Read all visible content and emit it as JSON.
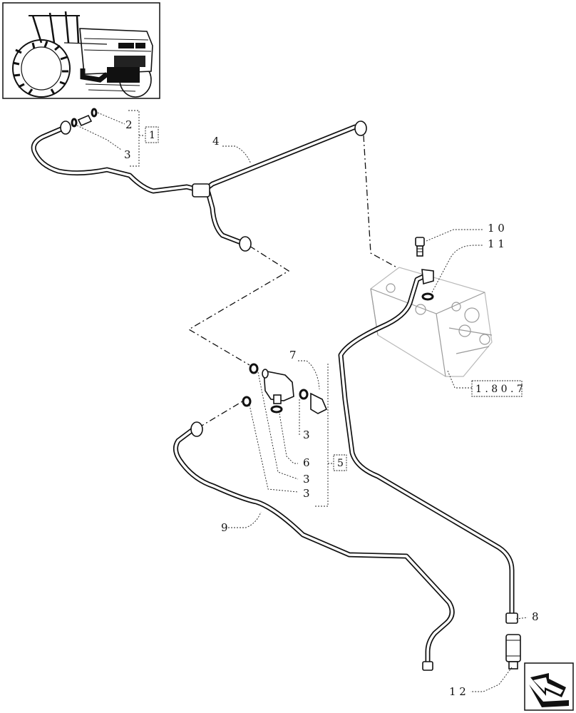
{
  "callouts": {
    "item_1": "1",
    "item_2": "2",
    "item_3_a": "3",
    "item_4": "4",
    "item_10": "1 0",
    "item_11": "1 1",
    "item_7": "7",
    "item_ref_180": "1 . 8 0 . 7",
    "item_3_b": "3",
    "item_5": "5",
    "item_6": "6",
    "item_3_c": "3",
    "item_3_d": "3",
    "item_9": "9",
    "item_8": "8",
    "item_12": "1 2"
  }
}
